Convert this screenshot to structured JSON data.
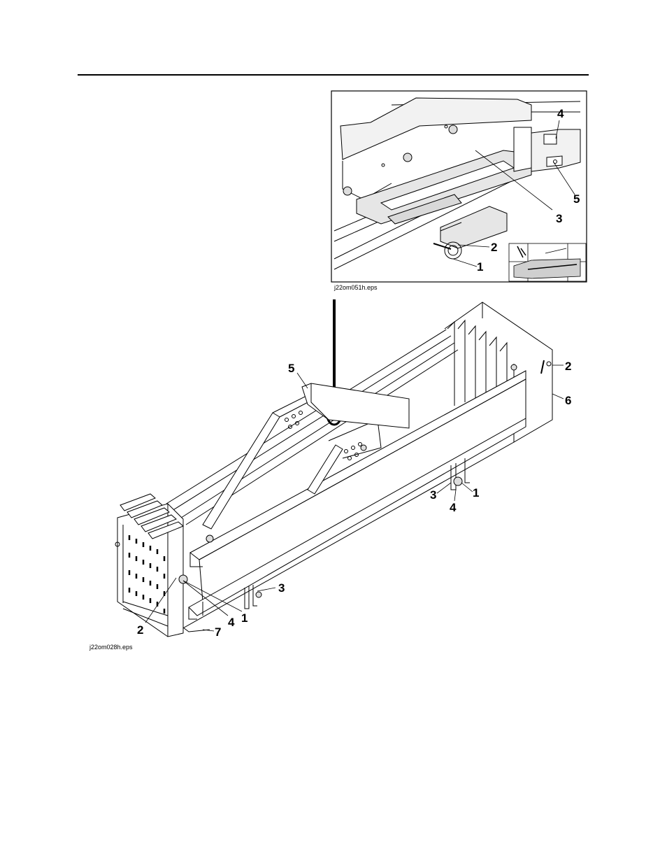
{
  "detail_figure": {
    "caption": "j22om051h.eps",
    "callouts": [
      "4",
      "5",
      "3",
      "2",
      "1"
    ]
  },
  "main_figure": {
    "caption": "j22om028h.eps",
    "callouts": [
      "5",
      "2",
      "6",
      "3",
      "1",
      "4",
      "3",
      "1",
      "4",
      "2",
      "7"
    ]
  }
}
